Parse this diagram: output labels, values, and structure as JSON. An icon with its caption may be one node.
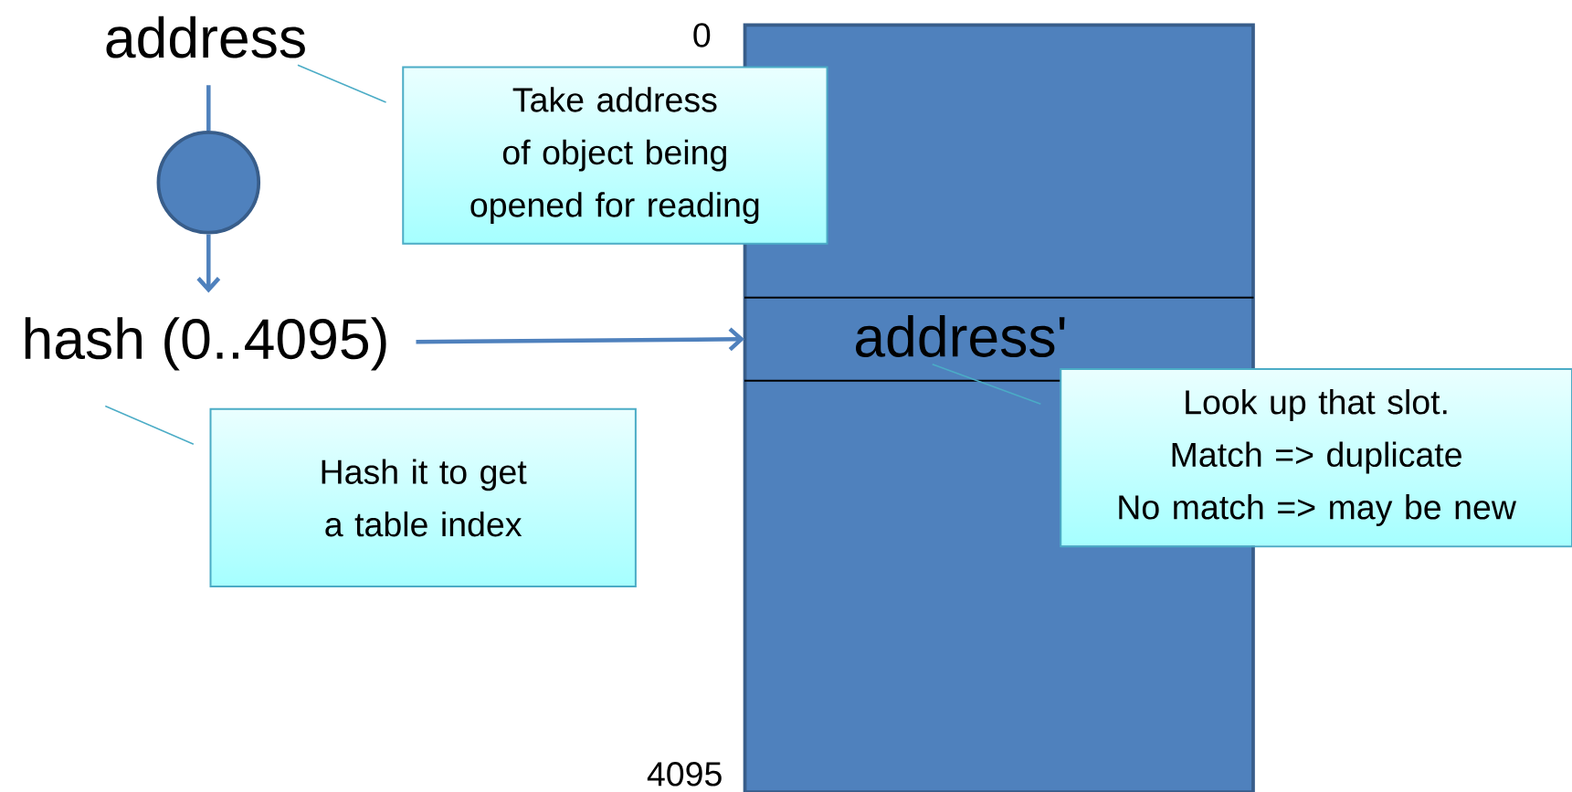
{
  "diagram": {
    "nodes": [
      {
        "text": [
          "address"
        ]
      },
      {
        "text": [],
        "shape": "circle"
      },
      {
        "text": [
          "hash (0..4095)"
        ]
      },
      {
        "text": [],
        "shape": "box",
        "beside": [
          "0",
          "4095"
        ]
      },
      {
        "text": [
          "address'"
        ],
        "in": 3
      },
      {
        "text": [
          "Take address of object being opened for reading"
        ]
      },
      {
        "text": [
          "Hash it to get a table index"
        ]
      },
      {
        "text": [
          "Look up that slot.",
          "Match => duplicate",
          "No match => may be new"
        ]
      }
    ],
    "edges": [
      {
        "from": 0,
        "to": 1,
        "arrow": "none",
        "style": "thick"
      },
      {
        "from": 1,
        "to": 2,
        "arrow": "to",
        "style": "thick"
      },
      {
        "from": 2,
        "to": 4,
        "arrow": "to",
        "style": "thick"
      },
      {
        "from": 5,
        "to": 0,
        "arrow": "none",
        "color": "#4bacc6"
      },
      {
        "from": 6,
        "to": 2,
        "arrow": "none",
        "color": "#4bacc6"
      },
      {
        "from": 7,
        "to": 4,
        "arrow": "none",
        "color": "#4bacc6"
      }
    ]
  }
}
